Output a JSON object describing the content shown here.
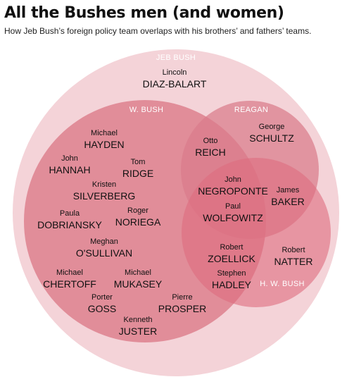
{
  "title": "All the Bushes men (and women)",
  "subtitle": "How Jeb Bush’s foreign policy team overlaps with his brothers’ and fathers’ teams.",
  "colors": {
    "jeb_bush": "#f4d3d8",
    "w_bush": "#dd808e",
    "reagan": "#d97b8a",
    "hw_bush": "#dd6c7e",
    "text": "#111111",
    "set_label_text": "#ffffff"
  },
  "sets": {
    "jeb_bush": "JEB BUSH",
    "w_bush": "W. BUSH",
    "reagan": "REAGAN",
    "hw_bush": "H. W. BUSH"
  },
  "people": [
    {
      "first": "Lincoln",
      "last": "DIAZ-BALART"
    },
    {
      "first": "Michael",
      "last": "HAYDEN"
    },
    {
      "first": "John",
      "last": "HANNAH"
    },
    {
      "first": "Tom",
      "last": "RIDGE"
    },
    {
      "first": "Kristen",
      "last": "SILVERBERG"
    },
    {
      "first": "Paula",
      "last": "DOBRIANSKY"
    },
    {
      "first": "Roger",
      "last": "NORIEGA"
    },
    {
      "first": "Meghan",
      "last": "O'SULLIVAN"
    },
    {
      "first": "Michael",
      "last": "CHERTOFF"
    },
    {
      "first": "Michael",
      "last": "MUKASEY"
    },
    {
      "first": "Porter",
      "last": "GOSS"
    },
    {
      "first": "Pierre",
      "last": "PROSPER"
    },
    {
      "first": "Kenneth",
      "last": "JUSTER"
    },
    {
      "first": "Otto",
      "last": "REICH"
    },
    {
      "first": "George",
      "last": "SCHULTZ"
    },
    {
      "first": "John",
      "last": "NEGROPONTE"
    },
    {
      "first": "James",
      "last": "BAKER"
    },
    {
      "first": "Paul",
      "last": "WOLFOWITZ"
    },
    {
      "first": "Robert",
      "last": "ZOELLICK"
    },
    {
      "first": "Robert",
      "last": "NATTER"
    },
    {
      "first": "Stephen",
      "last": "HADLEY"
    }
  ]
}
